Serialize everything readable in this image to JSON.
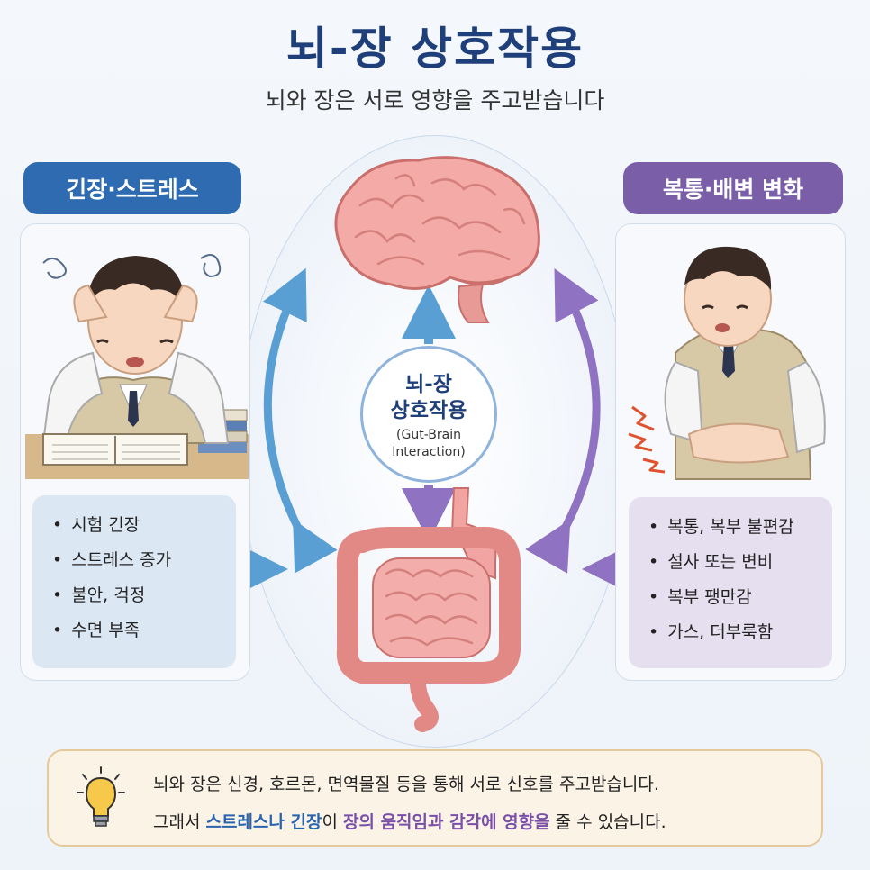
{
  "title": "뇌-장 상호작용",
  "subtitle": "뇌와 장은 서로 영향을 주고받습니다",
  "left": {
    "label": "긴장·스트레스",
    "items": [
      "시험 긴장",
      "스트레스 증가",
      "불안, 걱정",
      "수면 부족"
    ]
  },
  "right": {
    "label": "복통·배변 변화",
    "items": [
      "복통, 복부 불편감",
      "설사 또는 변비",
      "복부 팽만감",
      "가스, 더부룩함"
    ]
  },
  "center": {
    "line1": "뇌-장",
    "line2": "상호작용",
    "line3": "(Gut-Brain",
    "line4": "Interaction)"
  },
  "tip": {
    "line1": "뇌와 장은 신경, 호르몬, 면역물질 등을 통해 서로 신호를 주고받습니다.",
    "line2_pre": "그래서 ",
    "line2_hl1": "스트레스나 긴장",
    "line2_mid": "이 ",
    "line2_hl2": "장의 움직임과 감각에 영향을",
    "line2_post": " 줄 수 있습니다."
  },
  "colors": {
    "title": "#1f3f7a",
    "left_accent": "#2f6bb1",
    "right_accent": "#7a5fa8",
    "organ": "#f2a5a5",
    "tip_bg": "#fbf3e6"
  },
  "icons": [
    "brain-icon",
    "intestine-icon",
    "stressed-student-icon",
    "stomachache-student-icon",
    "lightbulb-icon"
  ]
}
